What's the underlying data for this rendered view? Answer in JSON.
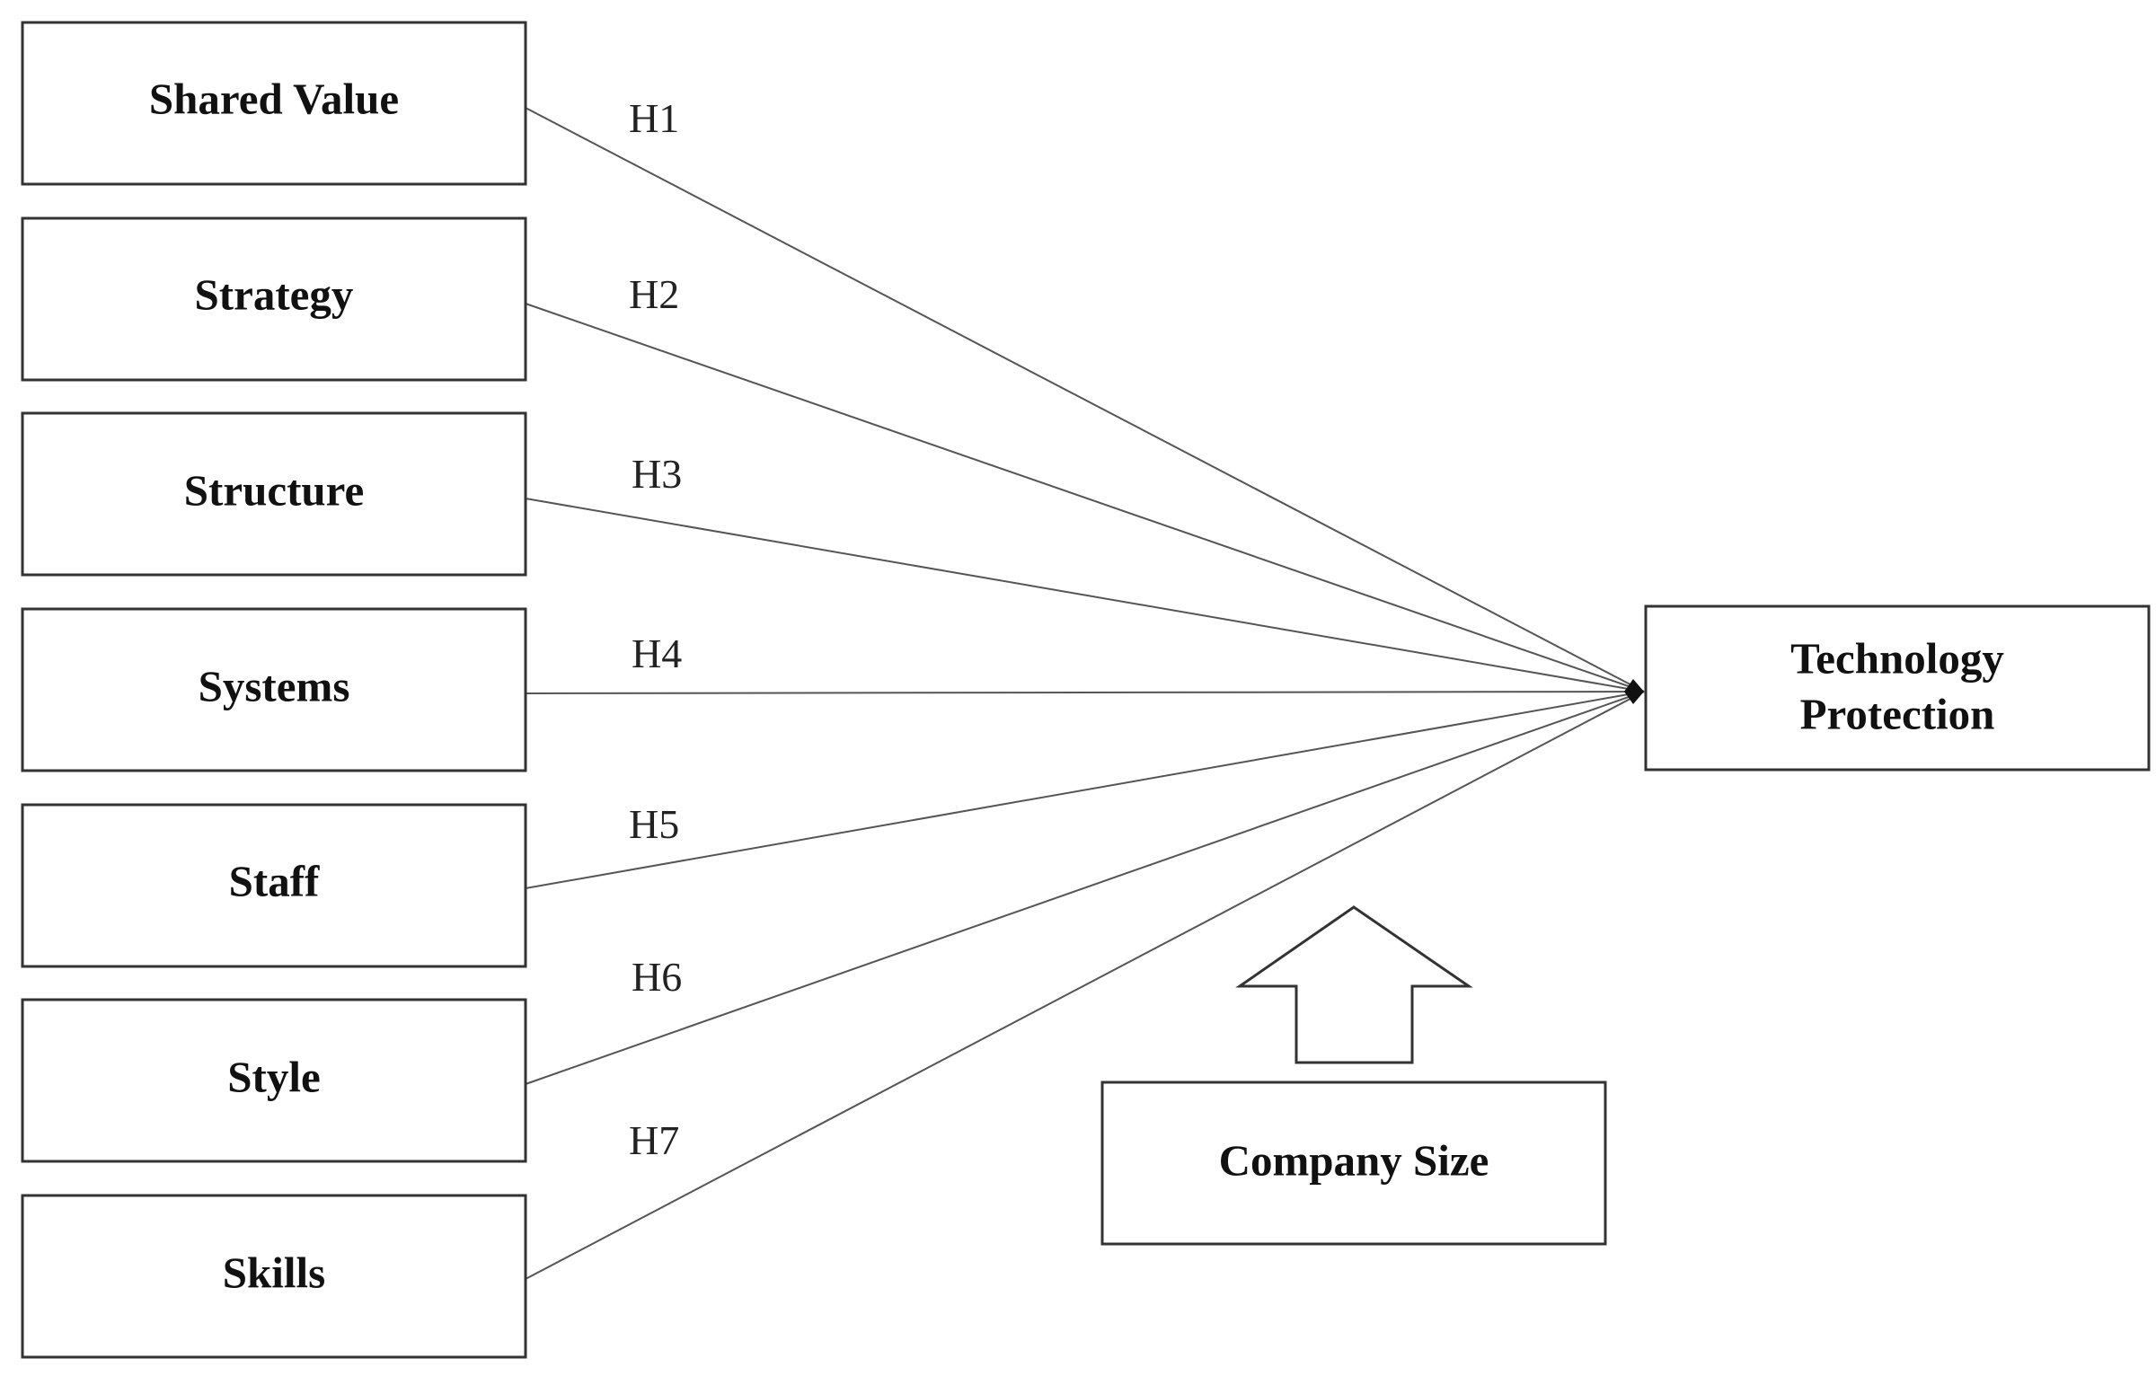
{
  "diagram": {
    "independent_variables": [
      {
        "id": "shared-value",
        "label": "Shared Value"
      },
      {
        "id": "strategy",
        "label": "Strategy"
      },
      {
        "id": "structure",
        "label": "Structure"
      },
      {
        "id": "systems",
        "label": "Systems"
      },
      {
        "id": "staff",
        "label": "Staff"
      },
      {
        "id": "style",
        "label": "Style"
      },
      {
        "id": "skills",
        "label": "Skills"
      }
    ],
    "dependent_variable": {
      "id": "technology-protection",
      "label_lines": [
        "Technology",
        "Protection"
      ]
    },
    "moderator": {
      "id": "company-size",
      "label": "Company Size"
    },
    "hypotheses": [
      {
        "label": "H1",
        "from": "shared-value",
        "to": "technology-protection"
      },
      {
        "label": "H2",
        "from": "strategy",
        "to": "technology-protection"
      },
      {
        "label": "H3",
        "from": "structure",
        "to": "technology-protection"
      },
      {
        "label": "H4",
        "from": "systems",
        "to": "technology-protection"
      },
      {
        "label": "H5",
        "from": "staff",
        "to": "technology-protection"
      },
      {
        "label": "H6",
        "from": "style",
        "to": "technology-protection"
      },
      {
        "label": "H7",
        "from": "skills",
        "to": "technology-protection"
      }
    ]
  }
}
